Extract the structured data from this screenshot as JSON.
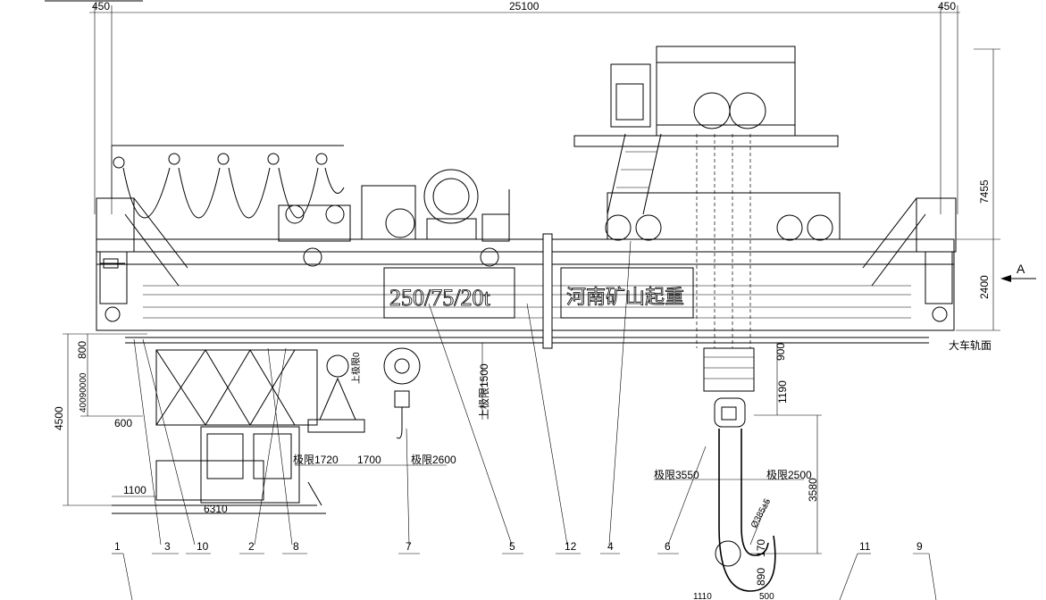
{
  "dimensions": {
    "top_left": "450",
    "top_span": "25100",
    "top_right": "450",
    "right_total": "7455",
    "right_rail": "2400",
    "left_4500": "4500",
    "left_800": "800",
    "left_stack": "40090000",
    "left_600": "600",
    "left_1100": "1100",
    "left_6310": "6310",
    "cab_1500": "1500",
    "aux_hook_span": "上极限0",
    "hook_limit_1500": "上极限1500",
    "hook_900": "900",
    "hook_1190": "1190",
    "hook_3580": "3580",
    "hook_170": "170",
    "hook_890": "890",
    "hook_1110": "1110",
    "hook_500": "500",
    "mid_1720": "极限1720",
    "mid_1700": "1700",
    "mid_2600": "极限2600",
    "lower_3550": "极限3550",
    "lower_2500": "极限2500",
    "hook_diameter": "Ø385±5"
  },
  "labels": {
    "rail_face": "大车轨面",
    "view_a": "A",
    "capacity": "250/75/20t",
    "maker": "河南矿山起重"
  },
  "callouts": [
    "1",
    "3",
    "10",
    "2",
    "8",
    "7",
    "5",
    "12",
    "4",
    "6",
    "11",
    "9"
  ]
}
